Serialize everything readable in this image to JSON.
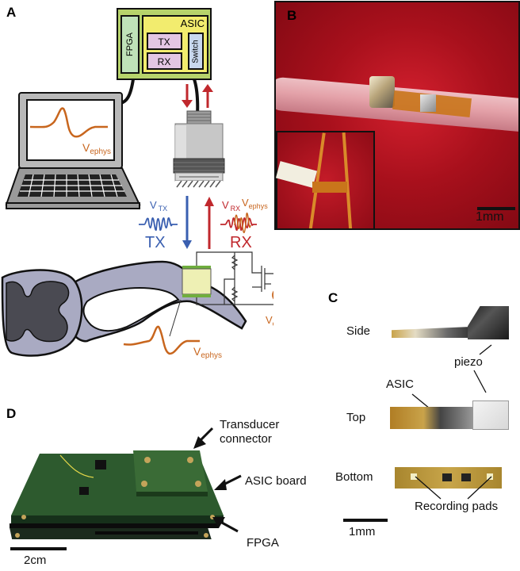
{
  "panels": {
    "a": {
      "label": "A",
      "fpga": "FPGA",
      "asic": "ASIC",
      "tx_block": "TX",
      "rx_block": "RX",
      "switch_block": "Switch",
      "laptop_signal_v": "V",
      "laptop_signal_sub": "ephys",
      "vtx_v": "V",
      "vtx_sub": "TX",
      "tx_label": "TX",
      "vrx_v": "V",
      "vrx_sub": "RX",
      "vephys_rx_v": "V",
      "vephys_rx_sub": "ephys",
      "rx_label": "RX",
      "circuit_vephys_v": "V",
      "circuit_vephys_sub": "ephys",
      "nerve_vephys_v": "V",
      "nerve_vephys_sub": "ephys"
    },
    "b": {
      "label": "B",
      "scale_bar": "1mm"
    },
    "c": {
      "label": "C",
      "side": "Side",
      "top": "Top",
      "bottom": "Bottom",
      "piezo": "piezo",
      "asic": "ASIC",
      "recording_pads": "Recording pads",
      "scale_bar": "1mm"
    },
    "d": {
      "label": "D",
      "transducer_connector_line1": "Transducer",
      "transducer_connector_line2": "connector",
      "asic_board": "ASIC board",
      "fpga": "FPGA",
      "scale_bar": "2cm"
    }
  },
  "colors": {
    "tx_blue": "#3a5fb0",
    "rx_red": "#c0282d",
    "ephys_orange": "#c8661e",
    "asic_yellow": "#f2ec6e",
    "board_green": "#b7d36b",
    "fpga_green": "#bfe2b8",
    "block_pink": "#e3c6e3",
    "switch_blue": "#c8d8ee",
    "nerve_gray": "#a9aac2",
    "spinal_dark": "#4a4a52",
    "piezo_yellow": "#eef0b4"
  }
}
